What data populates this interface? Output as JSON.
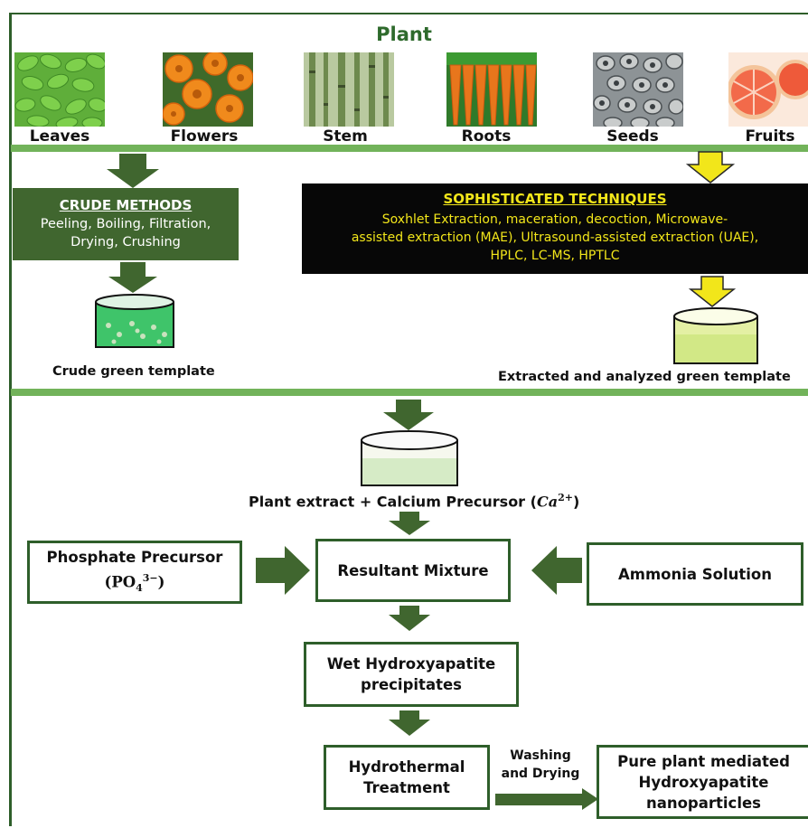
{
  "title": "Plant",
  "plant_parts": [
    {
      "label": "Leaves",
      "icon": "leaves-photo"
    },
    {
      "label": "Flowers",
      "icon": "flowers-photo"
    },
    {
      "label": "Stem",
      "icon": "stem-photo"
    },
    {
      "label": "Roots",
      "icon": "roots-photo"
    },
    {
      "label": "Seeds",
      "icon": "seeds-photo"
    },
    {
      "label": "Fruits",
      "icon": "fruits-photo"
    }
  ],
  "crude": {
    "heading": "CRUDE METHODS",
    "line1": "Peeling, Boiling, Filtration,",
    "line2": "Drying, Crushing",
    "result": "Crude green template"
  },
  "sophisticated": {
    "heading": "SOPHISTICATED TECHNIQUES",
    "line1": "Soxhlet Extraction, maceration, decoction, Microwave-",
    "line2": "assisted extraction (MAE), Ultrasound-assisted extraction (UAE),",
    "line3": "HPLC, LC-MS, HPTLC",
    "result": "Extracted and analyzed green template"
  },
  "flow": {
    "extract_label": "Plant extract + Calcium Precursor (",
    "calcium_symbol": "Ca",
    "calcium_charge": "2+",
    "phosphate_line1": "Phosphate Precursor",
    "phosphate_formula": "PO",
    "phosphate_sub": "4",
    "phosphate_charge": "3−",
    "resultant": "Resultant Mixture",
    "ammonia": "Ammonia Solution",
    "wet_line1": "Wet Hydroxyapatite",
    "wet_line2": "precipitates",
    "hydro_line1": "Hydrothermal",
    "hydro_line2": "Treatment",
    "washing_line1": "Washing",
    "washing_line2": "and Drying",
    "pure_line1": "Pure plant mediated",
    "pure_line2": "Hydroxyapatite",
    "pure_line3": "nanoparticles"
  },
  "colors": {
    "dark_green": "#40662f",
    "light_green": "#72b35a",
    "yellow": "#f2e61a",
    "black_box": "#070707"
  }
}
